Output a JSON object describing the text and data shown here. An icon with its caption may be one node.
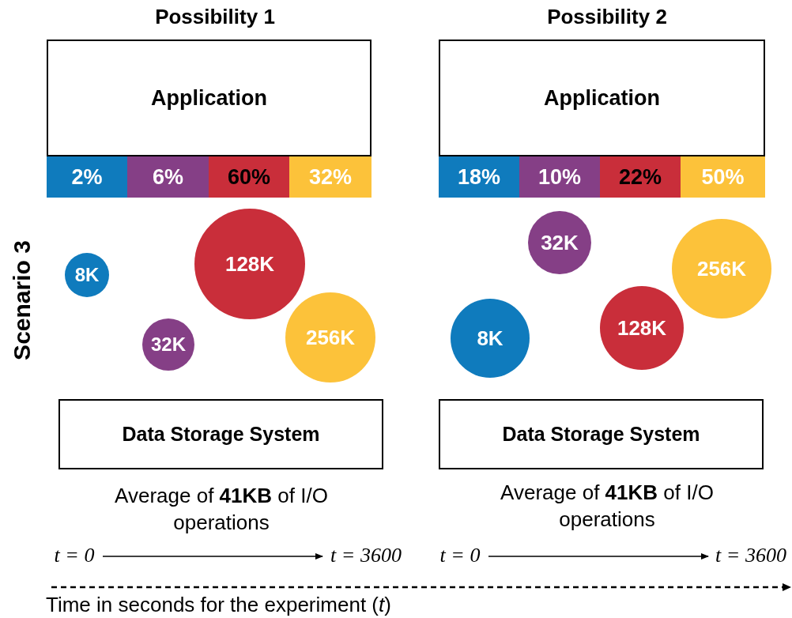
{
  "diagram": {
    "nodes": [
      {
        "text": [
          "Application"
        ]
      },
      {
        "text": [
          "2%"
        ]
      },
      {
        "text": [
          "6%"
        ]
      },
      {
        "text": [
          "60%"
        ]
      },
      {
        "text": [
          "32%"
        ]
      },
      {
        "text": [
          "8K"
        ]
      },
      {
        "text": [
          "128K"
        ]
      },
      {
        "text": [
          "32K"
        ]
      },
      {
        "text": [
          "256K"
        ]
      },
      {
        "text": [
          "Data Storage System"
        ]
      },
      {
        "text": [
          "t = 0"
        ]
      },
      {
        "text": [
          "t = 3600"
        ]
      },
      {
        "text": [
          "Application"
        ]
      },
      {
        "text": [
          "18%"
        ]
      },
      {
        "text": [
          "10%"
        ]
      },
      {
        "text": [
          "22%"
        ]
      },
      {
        "text": [
          "50%"
        ]
      },
      {
        "text": [
          "32K"
        ]
      },
      {
        "text": [
          "256K"
        ]
      },
      {
        "text": [
          "8K"
        ]
      },
      {
        "text": [
          "128K"
        ]
      },
      {
        "text": [
          "Data Storage System"
        ]
      },
      {
        "text": [
          "t = 0"
        ]
      },
      {
        "text": [
          "t = 3600"
        ]
      }
    ],
    "edges": [
      {
        "from": 10,
        "to": 11,
        "arrow": "to"
      },
      {
        "from": 22,
        "to": 23,
        "arrow": "to"
      }
    ],
    "labels": [
      "Possibility 1",
      "Possibility 2",
      "Scenario 3",
      "Average of **41KB** of I/O operations",
      "Average of **41KB** of I/O operations",
      "Time in seconds for the experiment (*t*)"
    ]
  }
}
